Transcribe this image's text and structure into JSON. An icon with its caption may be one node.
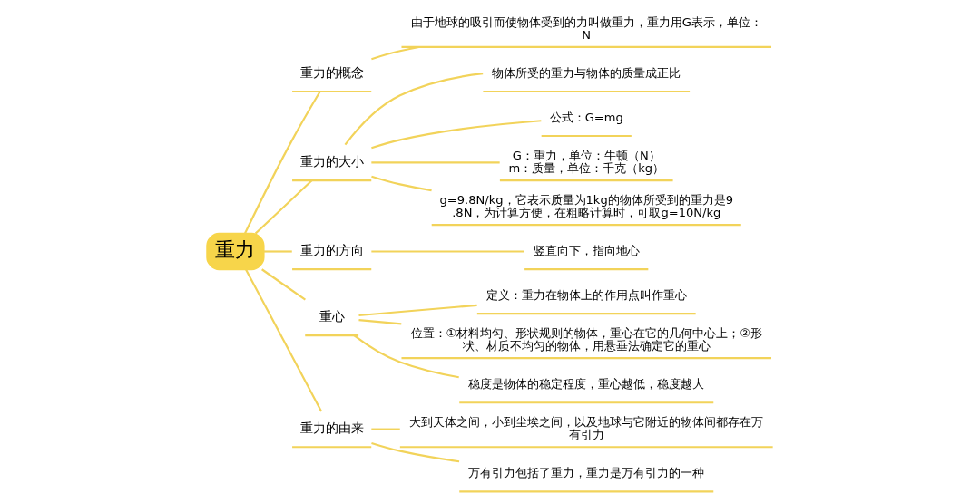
{
  "diagram": {
    "nodes": [
      {
        "text": [
          "重力"
        ]
      },
      {
        "text": [
          "重力的概念"
        ]
      },
      {
        "text": [
          "由于地球的吸引而使物体受到的力叫做重力，重力用G表示，单位：N"
        ]
      },
      {
        "text": [
          "重力的大小"
        ]
      },
      {
        "text": [
          "物体所受的重力与物体的质量成正比"
        ]
      },
      {
        "text": [
          "公式：G=mg"
        ]
      },
      {
        "text": [
          "G：重力，单位：牛顿（N）",
          "m：质量，单位：千克（kg）"
        ]
      },
      {
        "text": [
          "g=9.8N/kg，它表示质量为1kg的物体所受到的重力是9.8N，为计算方便，在粗略计算时，可取g=10N/kg"
        ]
      },
      {
        "text": [
          "重力的方向"
        ]
      },
      {
        "text": [
          "竖直向下，指向地心"
        ]
      },
      {
        "text": [
          "重心"
        ]
      },
      {
        "text": [
          "定义：重力在物体上的作用点叫作重心"
        ]
      },
      {
        "text": [
          "位置：①材料均匀、形状规则的物体，重心在它的几何中心上；②形状、材质不均匀的物体，用悬垂法确定它的重心"
        ]
      },
      {
        "text": [
          "稳度是物体的稳定程度，重心越低，稳度越大"
        ]
      },
      {
        "text": [
          "重力的由来"
        ]
      },
      {
        "text": [
          "大到天体之间，小到尘埃之间，以及地球与它附近的物体间都存在万有引力"
        ]
      },
      {
        "text": [
          "万有引力包括了重力，重力是万有引力的一种"
        ]
      }
    ],
    "edges": [
      {
        "from": 0,
        "to": 1,
        "arrow": "none"
      },
      {
        "from": 1,
        "to": 2,
        "arrow": "none"
      },
      {
        "from": 0,
        "to": 3,
        "arrow": "none"
      },
      {
        "from": 3,
        "to": 4,
        "arrow": "none"
      },
      {
        "from": 3,
        "to": 5,
        "arrow": "none"
      },
      {
        "from": 3,
        "to": 6,
        "arrow": "none"
      },
      {
        "from": 3,
        "to": 7,
        "arrow": "none"
      },
      {
        "from": 0,
        "to": 8,
        "arrow": "none"
      },
      {
        "from": 8,
        "to": 9,
        "arrow": "none"
      },
      {
        "from": 0,
        "to": 10,
        "arrow": "none"
      },
      {
        "from": 10,
        "to": 11,
        "arrow": "none"
      },
      {
        "from": 10,
        "to": 12,
        "arrow": "none"
      },
      {
        "from": 10,
        "to": 13,
        "arrow": "none"
      },
      {
        "from": 0,
        "to": 14,
        "arrow": "none"
      },
      {
        "from": 14,
        "to": 15,
        "arrow": "none"
      },
      {
        "from": 14,
        "to": 16,
        "arrow": "none"
      }
    ]
  }
}
